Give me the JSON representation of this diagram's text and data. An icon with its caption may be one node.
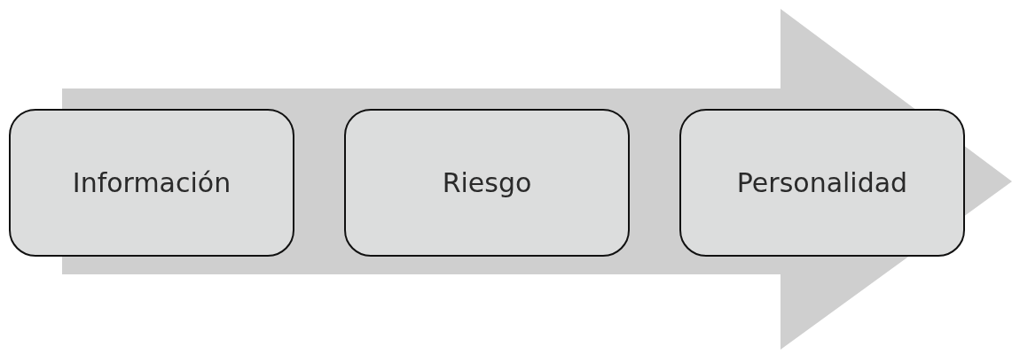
{
  "diagram": {
    "nodes": [
      {
        "text": [
          "Información"
        ]
      },
      {
        "text": [
          "Riesgo"
        ]
      },
      {
        "text": [
          "Personalidad"
        ]
      }
    ]
  }
}
